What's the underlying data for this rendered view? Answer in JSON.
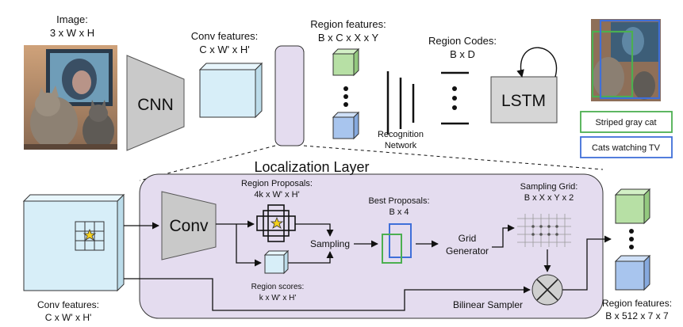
{
  "colors": {
    "bg": "#ffffff",
    "line": "#111111",
    "cnn_fill": "#c9c9c9",
    "feature_fill": "#d7eef8",
    "localization_fill": "#e4dcef",
    "green_box": "#b7e0a5",
    "blue_box": "#a8c5ee",
    "green_stroke": "#4caf50",
    "blue_stroke": "#3f6fd9"
  },
  "top": {
    "image_label": [
      "Image:",
      "3 x W x H"
    ],
    "cnn_label": "CNN",
    "conv_features_label": [
      "Conv features:",
      "C x W' x H'"
    ],
    "region_features_label": [
      "Region features:",
      "B x C x X x Y"
    ],
    "region_codes_label": [
      "Region Codes:",
      "B x D"
    ],
    "recognition_label": [
      "Recognition",
      "Network"
    ],
    "lstm_label": "LSTM",
    "captions": [
      {
        "text": "Striped gray cat",
        "color": "green"
      },
      {
        "text": "Cats watching TV",
        "color": "blue"
      }
    ]
  },
  "bottom": {
    "layer_title": "Localization Layer",
    "input_label": [
      "Conv features:",
      "C x W' x H'"
    ],
    "conv_label": "Conv",
    "proposals_label": [
      "Region Proposals:",
      "4k x W' x H'"
    ],
    "scores_label": [
      "Region scores:",
      "k x W' x H'"
    ],
    "sampling_label": "Sampling",
    "best_label": [
      "Best Proposals:",
      "B x 4"
    ],
    "grid_gen_label": [
      "Grid",
      "Generator"
    ],
    "sampling_grid_label": [
      "Sampling Grid:",
      "B x X x Y x 2"
    ],
    "bilinear_label": "Bilinear Sampler",
    "output_label": [
      "Region features:",
      "B x 512 x 7 x 7"
    ]
  }
}
